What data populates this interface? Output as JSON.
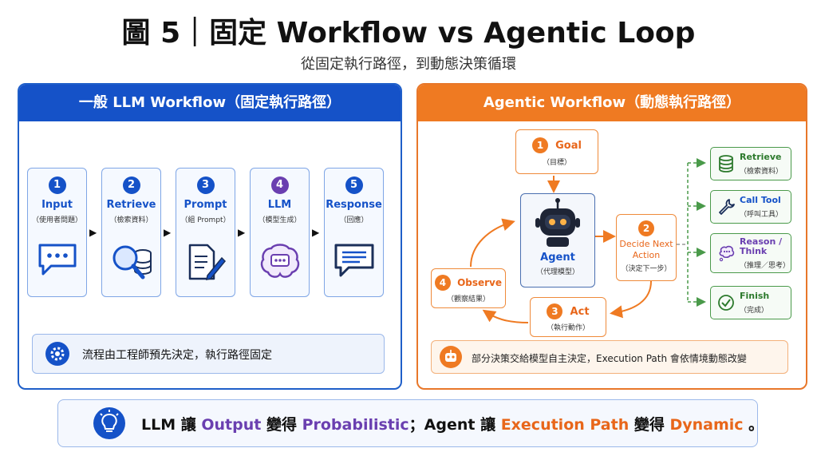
{
  "title": "圖 5｜固定 Workflow vs Agentic Loop",
  "subtitle": "從固定執行路徑，到動態決策循環",
  "left_panel": {
    "header": "一般 LLM Workflow（固定執行路徑）",
    "steps": [
      {
        "num": "1",
        "name": "Input",
        "sub": "（使用者問題）",
        "icon": "chat-bubble-icon"
      },
      {
        "num": "2",
        "name": "Retrieve",
        "sub": "（檢索資料）",
        "icon": "magnifier-database-icon"
      },
      {
        "num": "3",
        "name": "Prompt",
        "sub": "（組 Prompt）",
        "icon": "document-pen-icon"
      },
      {
        "num": "4",
        "name": "LLM",
        "sub": "（模型生成）",
        "icon": "brain-icon"
      },
      {
        "num": "5",
        "name": "Response",
        "sub": "（回應）",
        "icon": "message-lines-icon"
      }
    ],
    "note": "流程由工程師預先決定，執行路徑固定"
  },
  "right_panel": {
    "header": "Agentic Workflow（動態執行路徑）",
    "goal": {
      "num": "1",
      "title": "Goal",
      "sub": "（目標）"
    },
    "agent": {
      "title": "Agent",
      "sub": "（代理模型）"
    },
    "decide": {
      "num": "2",
      "title": "Decide Next Action",
      "sub": "（決定下一步）"
    },
    "act": {
      "num": "3",
      "title": "Act",
      "sub": "（執行動作）"
    },
    "observe": {
      "num": "4",
      "title": "Observe",
      "sub": "（觀察結果）"
    },
    "actions": [
      {
        "name": "Retrieve",
        "sub": "（檢索資料）",
        "icon": "database-icon"
      },
      {
        "name": "Call Tool",
        "sub": "（呼叫工具）",
        "icon": "wrench-icon"
      },
      {
        "name": "Reason / Think",
        "sub": "（推理／思考）",
        "icon": "thought-bubble-icon"
      },
      {
        "name": "Finish",
        "sub": "（完成）",
        "icon": "check-circle-icon"
      }
    ],
    "note": "部分決策交給模型自主決定，Execution Path 會依情境動態改變"
  },
  "bottom": {
    "p1": "LLM 讓 ",
    "p2": "Output",
    "p3": " 變得 ",
    "p4": "Probabilistic",
    "p5": "；Agent 讓 ",
    "p6": "Execution Path",
    "p7": " 變得 ",
    "p8": "Dynamic",
    "p9": " 。"
  },
  "colors": {
    "blue": "#1552c8",
    "orange": "#ef7a22",
    "green": "#4a9a4a",
    "purple": "#6a3fb0"
  }
}
